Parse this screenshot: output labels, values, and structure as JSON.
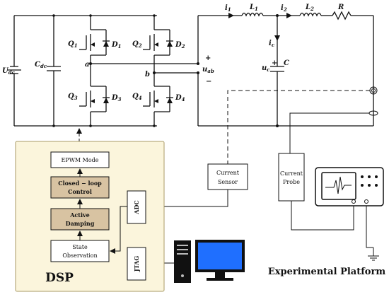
{
  "circuit": {
    "source": "U",
    "source_sub": "dc",
    "capacitor": "C",
    "capacitor_sub": "dc",
    "switches": [
      {
        "q": "Q",
        "q_sub": "1",
        "d": "D",
        "d_sub": "1"
      },
      {
        "q": "Q",
        "q_sub": "2",
        "d": "D",
        "d_sub": "2"
      },
      {
        "q": "Q",
        "q_sub": "3",
        "d": "D",
        "d_sub": "3"
      },
      {
        "q": "Q",
        "q_sub": "4",
        "d": "D",
        "d_sub": "4"
      }
    ],
    "node_a": "a",
    "node_b": "b",
    "voltage_ab": "u",
    "voltage_ab_sub": "ab",
    "plus": "+",
    "minus": "−",
    "i1": "i",
    "i1_sub": "1",
    "i2": "i",
    "i2_sub": "2",
    "ic": "i",
    "ic_sub": "c",
    "L1": "L",
    "L1_sub": "1",
    "L2": "L",
    "L2_sub": "2",
    "R": "R",
    "C": "C",
    "uc": "u",
    "uc_sub": "c"
  },
  "dsp": {
    "title": "DSP",
    "blocks": {
      "epwm": "EPWM Mode",
      "closed_loop_1": "Closed − loop",
      "closed_loop_2": "Control",
      "active_1": "Active",
      "active_2": "Damping",
      "state_1": "State",
      "state_2": "Observation"
    },
    "adc": "ADC",
    "jtag": "JTAG"
  },
  "sensor": {
    "line1": "Current",
    "line2": "Sensor"
  },
  "probe": {
    "line1": "Current",
    "line2": "Probe"
  },
  "platform_label": "Experimental Platform",
  "colors": {
    "dsp_bg": "#fbf5dc",
    "dsp_border": "#a89a66",
    "block_fill": "#d8c3a2",
    "monitor": "#1f6fff",
    "wire": "#111111"
  }
}
